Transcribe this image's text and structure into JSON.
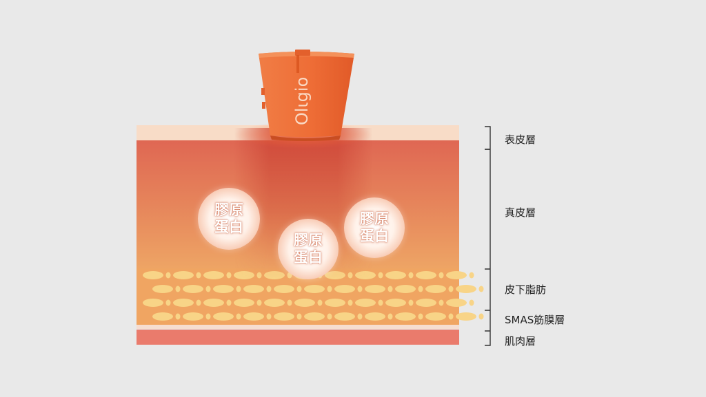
{
  "device": {
    "brand": "Olιgio"
  },
  "bubbles": [
    {
      "line1": "膠原",
      "line2": "蛋白"
    },
    {
      "line1": "膠原",
      "line2": "蛋白"
    },
    {
      "line1": "膠原",
      "line2": "蛋白"
    }
  ],
  "layers": [
    {
      "label": "表皮層"
    },
    {
      "label": "真皮層"
    },
    {
      "label": "皮下脂肪"
    },
    {
      "label": "SMAS筋膜層"
    },
    {
      "label": "肌肉層"
    }
  ],
  "colors": {
    "background": "#e9e9e9",
    "epidermis": "#f8dcc7",
    "dermis_top": "#df6a52",
    "dermis_bottom": "#eda464",
    "fat": "#f0a562",
    "fat_cell": "#f8d487",
    "muscle": "#ea7b6c",
    "device": "#ee6e36"
  }
}
